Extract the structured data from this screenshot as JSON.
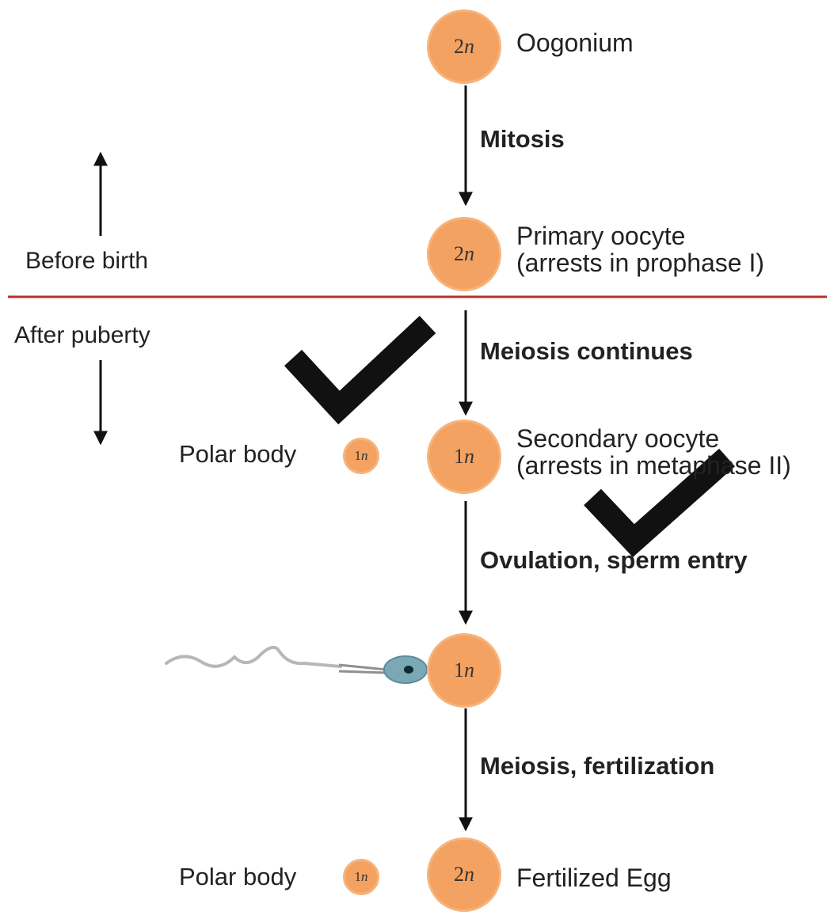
{
  "diagram": {
    "stages": [
      {
        "ploidy_num": "2",
        "ploidy_letter": "n",
        "label_lines": [
          "Oogonium"
        ]
      },
      {
        "ploidy_num": "2",
        "ploidy_letter": "n",
        "label_lines": [
          "Primary oocyte",
          "(arrests in prophase I)"
        ]
      },
      {
        "ploidy_num": "1",
        "ploidy_letter": "n",
        "label_lines": [
          "Secondary oocyte",
          "(arrests in metaphase II)"
        ]
      },
      {
        "ploidy_num": "1",
        "ploidy_letter": "n",
        "label_lines": []
      },
      {
        "ploidy_num": "2",
        "ploidy_letter": "n",
        "label_lines": [
          "Fertilized Egg"
        ]
      }
    ],
    "transitions": [
      "Mitosis",
      "Meiosis continues",
      "Ovulation, sperm entry",
      "Meiosis, fertilization"
    ],
    "polar_bodies": [
      {
        "label": "Polar body",
        "ploidy_num": "1",
        "ploidy_letter": "n"
      },
      {
        "label": "Polar body",
        "ploidy_num": "1",
        "ploidy_letter": "n"
      }
    ],
    "timeline": {
      "before_label": "Before birth",
      "after_label": "After puberty"
    }
  },
  "colors": {
    "cell_fill": "#f4a261",
    "cell_border": "#f6b47c",
    "divider": "#b5322d",
    "arrow": "#111111",
    "checkmark": "#111111",
    "sperm_tail": "#b7b7b7",
    "sperm_head": "#7aa8b4"
  },
  "icons": [
    "arrow-down-icon",
    "arrow-up-icon",
    "checkmark-icon",
    "sperm-icon"
  ]
}
